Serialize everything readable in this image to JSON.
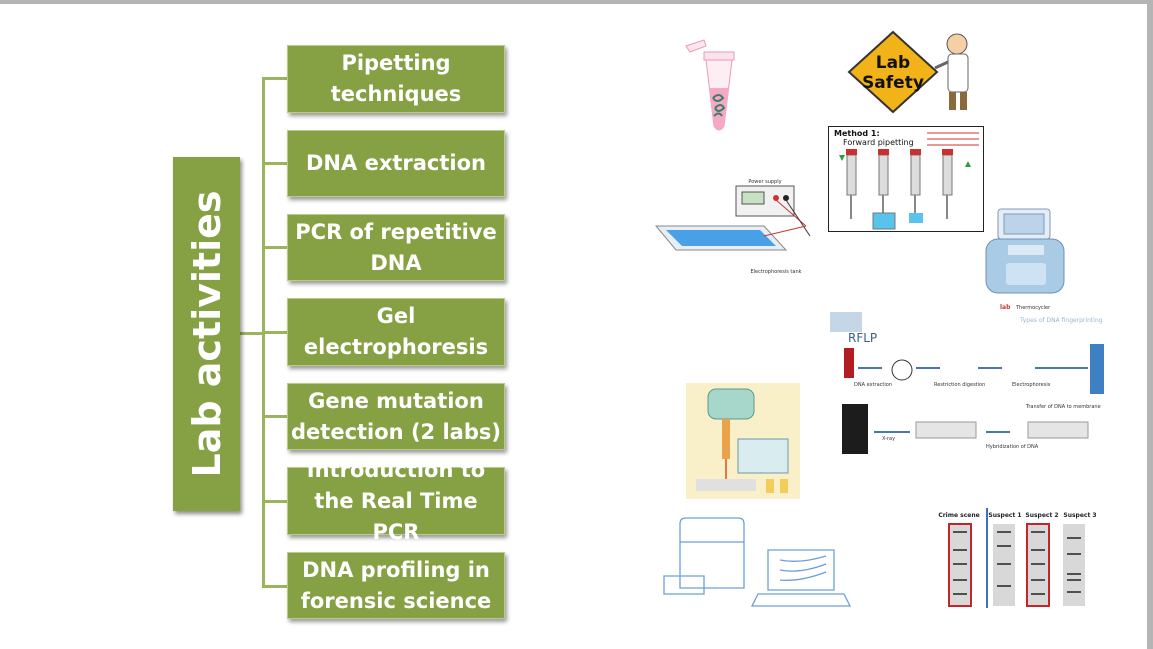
{
  "root": {
    "label": "Lab activities"
  },
  "activities": [
    {
      "label": "Pipetting\ntechniques"
    },
    {
      "label": "DNA extraction"
    },
    {
      "label": "PCR of repetitive\nDNA"
    },
    {
      "label": "Gel\nelectrophoresis"
    },
    {
      "label": "Gene mutation\ndetection (2 labs)"
    },
    {
      "label": "Introduction to\nthe Real Time PCR"
    },
    {
      "label": "DNA profiling in\nforensic science"
    }
  ],
  "images": {
    "lab_safety": {
      "line1": "Lab",
      "line2": "Safety"
    },
    "forward_pipetting": {
      "title_line1": "Method 1:",
      "title_line2": "Forward pipetting"
    },
    "electrophoresis": {
      "power_supply": "Power supply",
      "tank": "Electrophoresis tank"
    },
    "rflp": {
      "title": "RFLP",
      "top_caption": "Types of DNA fingerprinting",
      "step1": "DNA extraction",
      "step2": "Restriction digestion",
      "step3": "Electrophoresis",
      "step4": "Transfer of DNA to membrane",
      "step5": "Hybridization of DNA",
      "step6": "X-ray"
    },
    "thermocycler": {
      "brand": "Thermocycler"
    },
    "forensic": {
      "col1": "Crime scene",
      "col2": "Suspect 1",
      "col3": "Suspect 2",
      "col4": "Suspect 3"
    }
  },
  "colors": {
    "box_green": "#86a044",
    "connector": "#9bb55f",
    "safety_yellow": "#f2b318"
  }
}
